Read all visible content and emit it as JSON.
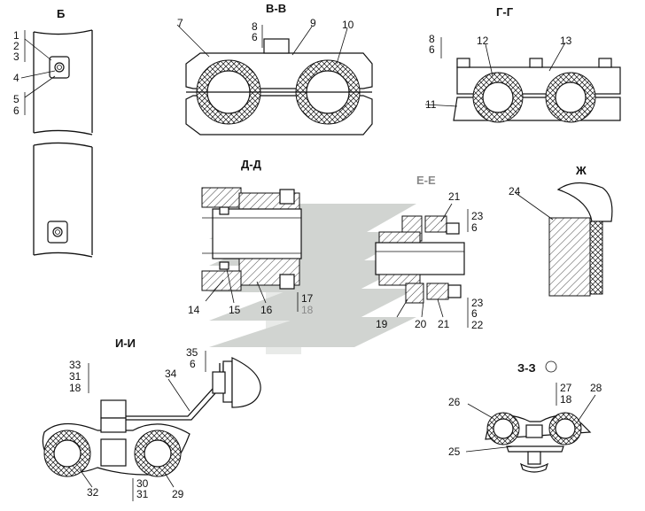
{
  "sections": {
    "b": "Б",
    "vv": "В-В",
    "gg": "Г-Г",
    "dd": "Д-Д",
    "ee": "Е-Е",
    "zh": "Ж",
    "ii": "И-И",
    "zz": "З-З"
  },
  "labels": {
    "b_1": "1",
    "b_2": "2",
    "b_3": "3",
    "b_4": "4",
    "b_5": "5",
    "b_6": "6",
    "vv_7": "7",
    "vv_8": "8",
    "vv_6": "6",
    "vv_9": "9",
    "vv_10": "10",
    "gg_8": "8",
    "gg_6": "6",
    "gg_12": "12",
    "gg_13": "13",
    "gg_11": "11",
    "dd_14": "14",
    "dd_15": "15",
    "dd_16": "16",
    "dd_17": "17",
    "dd_18": "18",
    "ee_21a": "21",
    "ee_23a": "23",
    "ee_6a": "6",
    "ee_19": "19",
    "ee_20": "20",
    "ee_21b": "21",
    "ee_23b": "23",
    "ee_6b": "6",
    "ee_22": "22",
    "zh_24": "24",
    "ii_33": "33",
    "ii_31a": "31",
    "ii_18": "18",
    "ii_34": "34",
    "ii_35": "35",
    "ii_6": "6",
    "ii_32": "32",
    "ii_30": "30",
    "ii_31b": "31",
    "ii_29": "29",
    "zz_27": "27",
    "zz_18": "18",
    "zz_26": "26",
    "zz_28": "28",
    "zz_25": "25"
  },
  "colors": {
    "line": "#111111",
    "watermark": "#c9cdc9",
    "grey_label": "#8a8a8a"
  }
}
